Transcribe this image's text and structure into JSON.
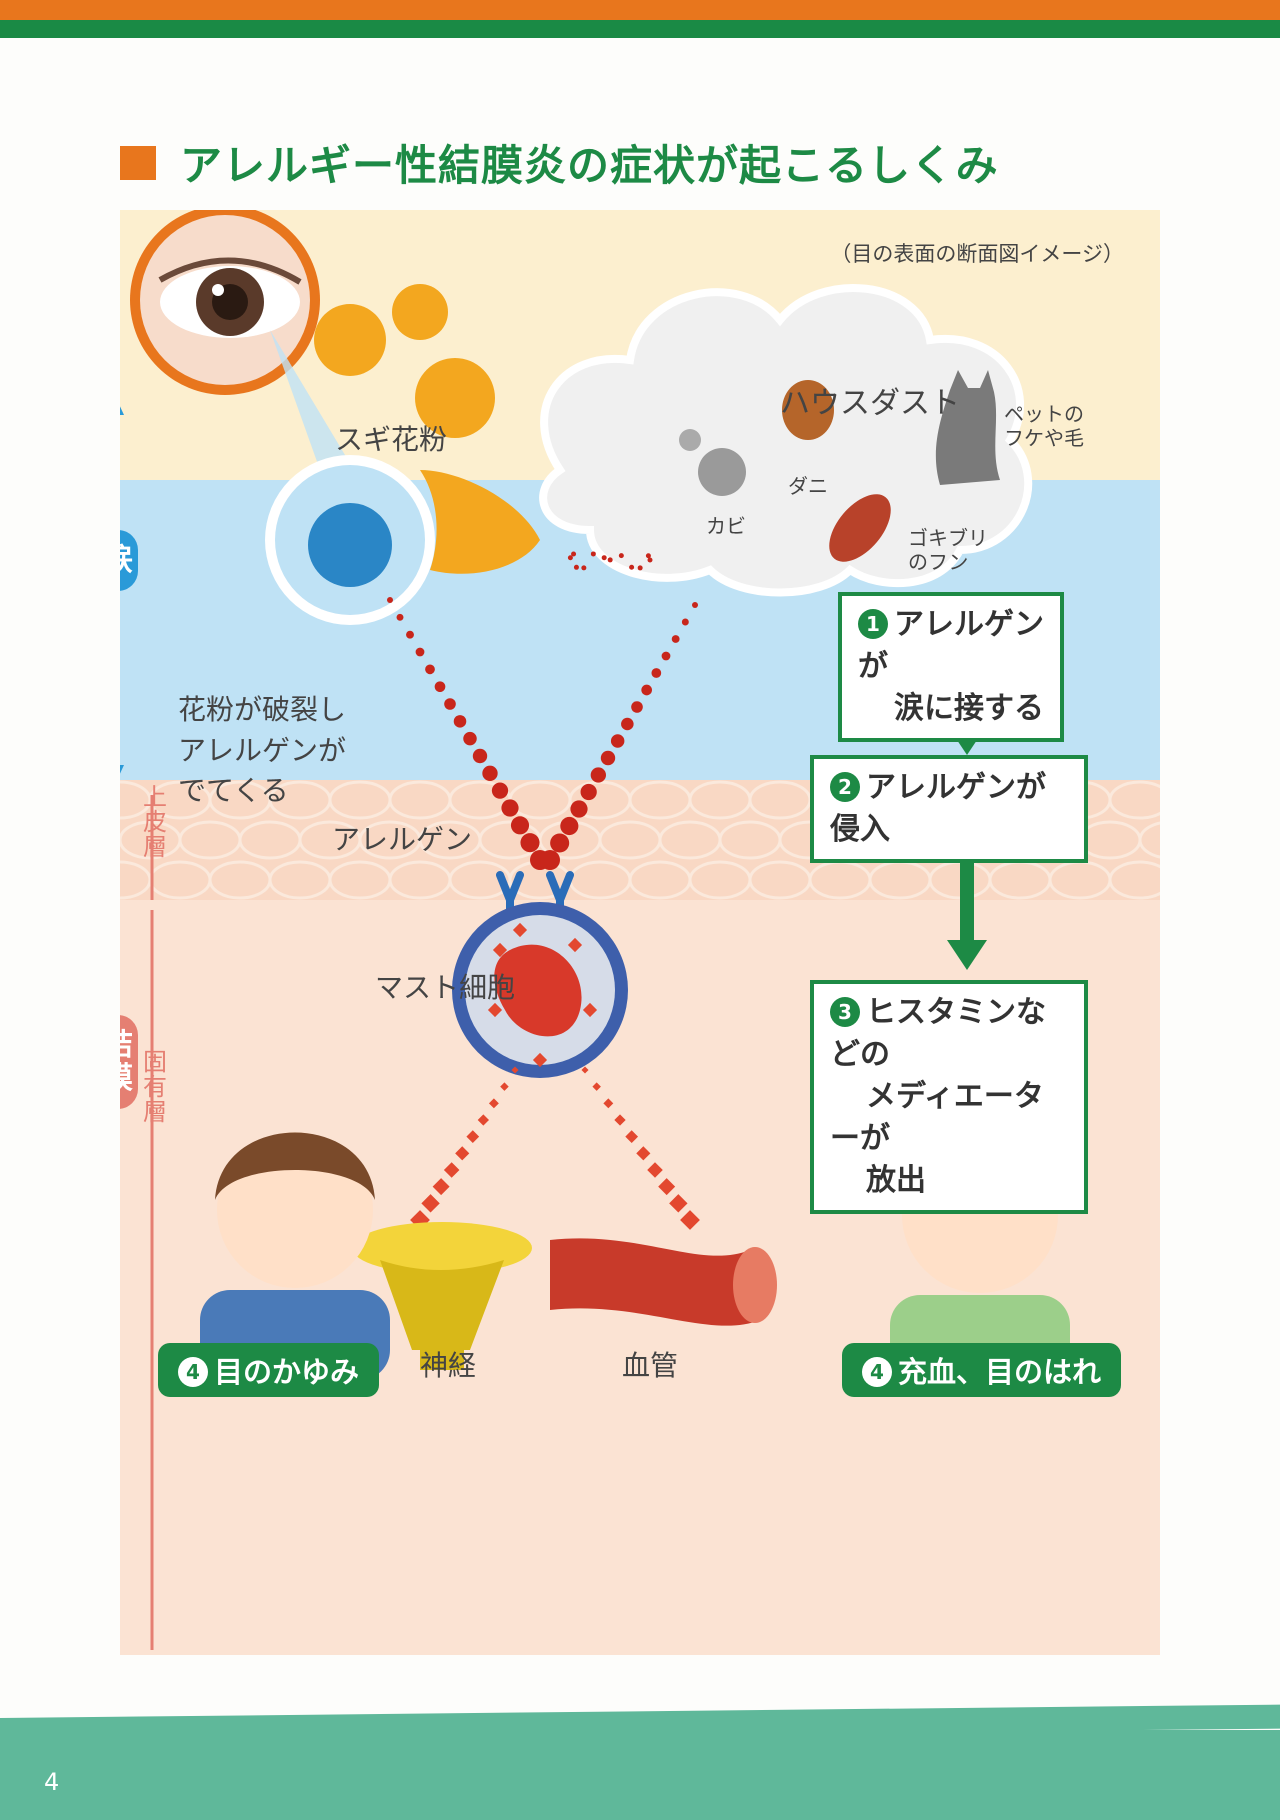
{
  "title": "アレルギー性結膜炎の症状が起こるしくみ",
  "caption": "（目の表面の断面図イメージ）",
  "sugi_label": "スギ花粉",
  "housedust": {
    "title": "ハウスダスト",
    "kabi": "カビ",
    "dani": "ダニ",
    "pet_line1": "ペットの",
    "pet_line2": "フケや毛",
    "gokiburi_line1": "ゴキブリ",
    "gokiburi_line2": "のフン"
  },
  "pollen_burst": {
    "line1": "花粉が破裂し",
    "line2": "アレルゲンが",
    "line3": "でてくる"
  },
  "allergen_label": "アレルゲン",
  "mast_cell_label": "マスト細胞",
  "nerve_label": "神経",
  "vessel_label": "血管",
  "layers": {
    "tears": "涙",
    "epithelium": "上皮層",
    "conjunctiva": "結膜",
    "lamina": "固有層"
  },
  "steps": [
    {
      "num": "1",
      "line1": "アレルゲンが",
      "line2": "涙に接する"
    },
    {
      "num": "2",
      "line1": "アレルゲンが侵入"
    },
    {
      "num": "3",
      "line1": "ヒスタミンなどの",
      "line2": "メディエーターが",
      "line3": "放出"
    }
  ],
  "symptoms": [
    {
      "num": "4",
      "label": "目のかゆみ"
    },
    {
      "num": "4",
      "label": "充血、目のはれ"
    }
  ],
  "page_number": "4",
  "colors": {
    "accent_orange": "#e8761d",
    "accent_green": "#1d8a45",
    "tears_blue": "#bfe2f5",
    "tissue_peach": "#fbe3d3",
    "allergen_red": "#c8261b"
  }
}
